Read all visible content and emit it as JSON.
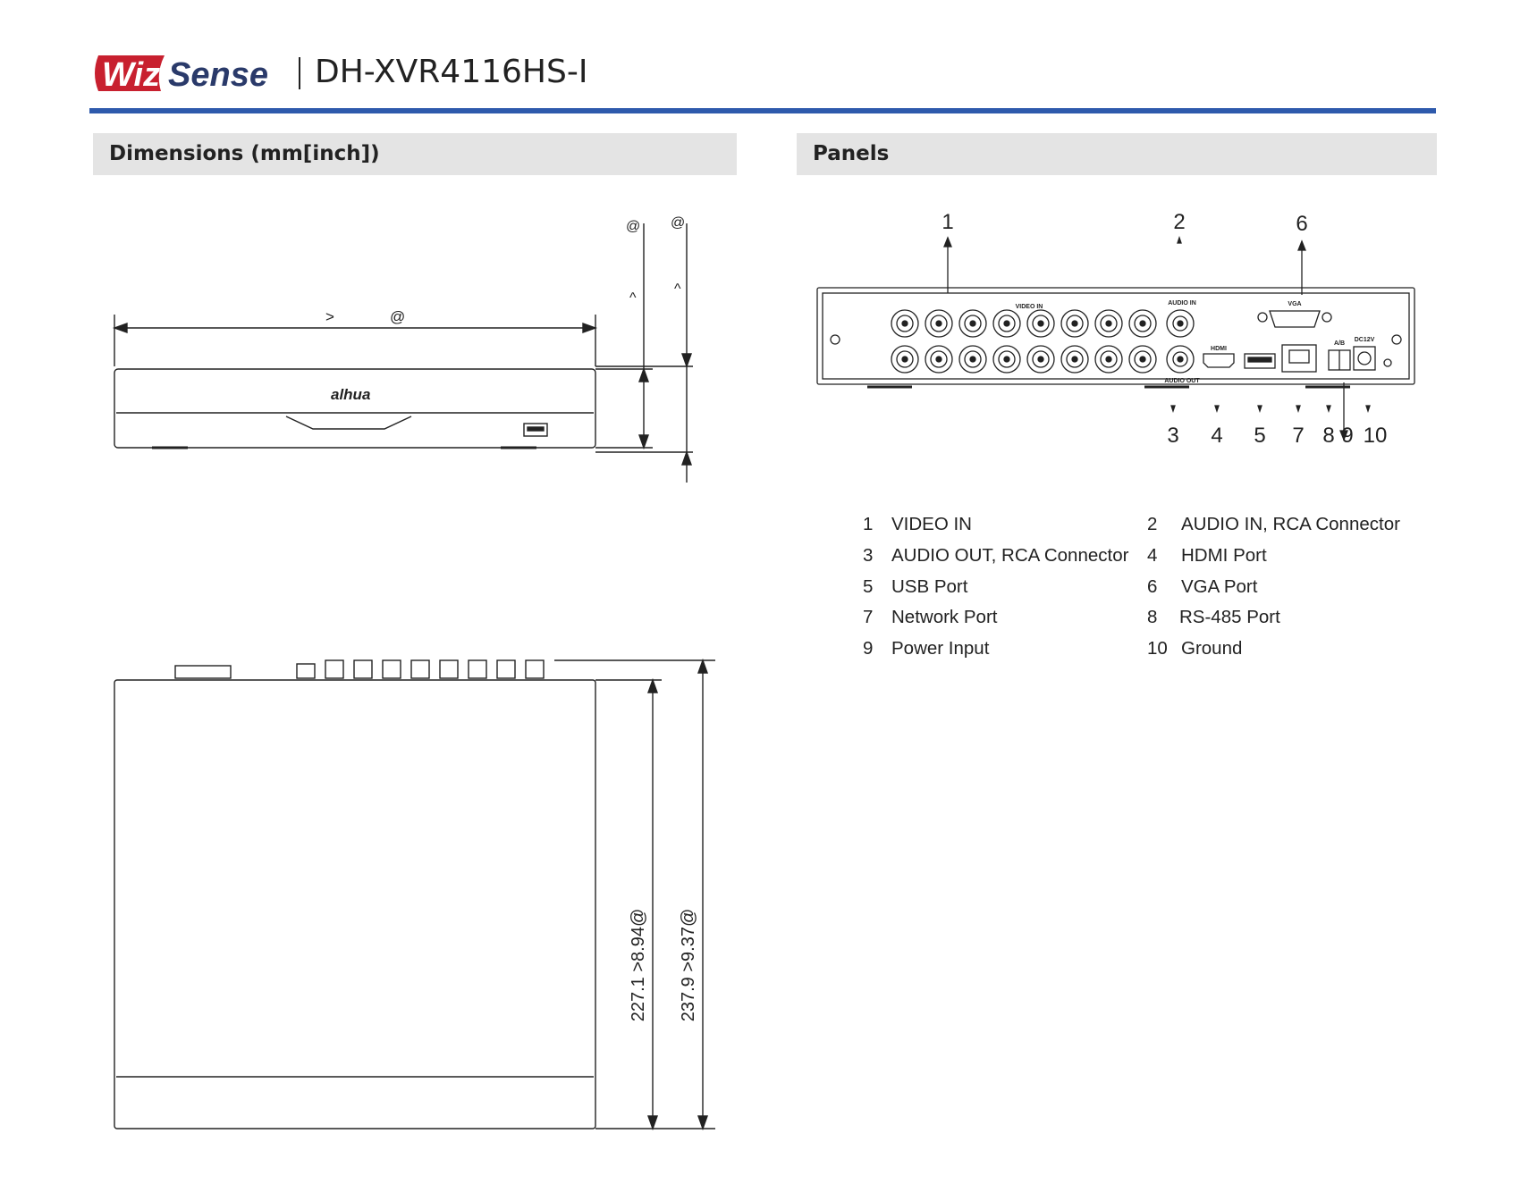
{
  "header": {
    "logo_text_a": "Wiz",
    "logo_text_b": "Sense",
    "model": "DH-XVR4116HS-I",
    "rule_color": "#2e5aac",
    "logo_red": "#c8202f"
  },
  "sections": {
    "dimensions_title": "Dimensions (mm[inch])",
    "panels_title": "Panels"
  },
  "dimensions": {
    "front_width_label_a": ">",
    "front_width_label_b": "@",
    "height_label_a_top": "@",
    "height_label_a_mid": "^",
    "height_label_b_top": "@",
    "height_label_b_mid": "^",
    "brand_mark": "alhua",
    "depth_inner": "227.1   >8.94@",
    "depth_outer": "237.9   >9.37@"
  },
  "panel": {
    "callouts_top": [
      "1",
      "2",
      "6"
    ],
    "callouts_bottom": [
      "3",
      "4",
      "5",
      "7",
      "8",
      "9",
      "10"
    ],
    "silk_video_in": "VIDEO IN",
    "silk_audio_in": "AUDIO IN",
    "silk_audio_out": "AUDIO OUT",
    "silk_vga": "VGA",
    "silk_hdmi": "HDMI",
    "silk_ab": "A/B",
    "silk_dc": "DC12V"
  },
  "legend": [
    [
      {
        "num": "1",
        "label": "VIDEO IN"
      },
      {
        "num": "2",
        "label": "AUDIO IN, RCA Connector"
      }
    ],
    [
      {
        "num": "3",
        "label": "AUDIO OUT, RCA Connector"
      },
      {
        "num": "4",
        "label": "HDMI Port"
      }
    ],
    [
      {
        "num": "5",
        "label": "USB Port"
      },
      {
        "num": "6",
        "label": "VGA Port"
      }
    ],
    [
      {
        "num": "7",
        "label": "Network Port"
      },
      {
        "num": "8",
        "label": "RS-485 Port"
      }
    ],
    [
      {
        "num": "9",
        "label": "Power Input"
      },
      {
        "num": "10",
        "label": "Ground"
      }
    ]
  ]
}
